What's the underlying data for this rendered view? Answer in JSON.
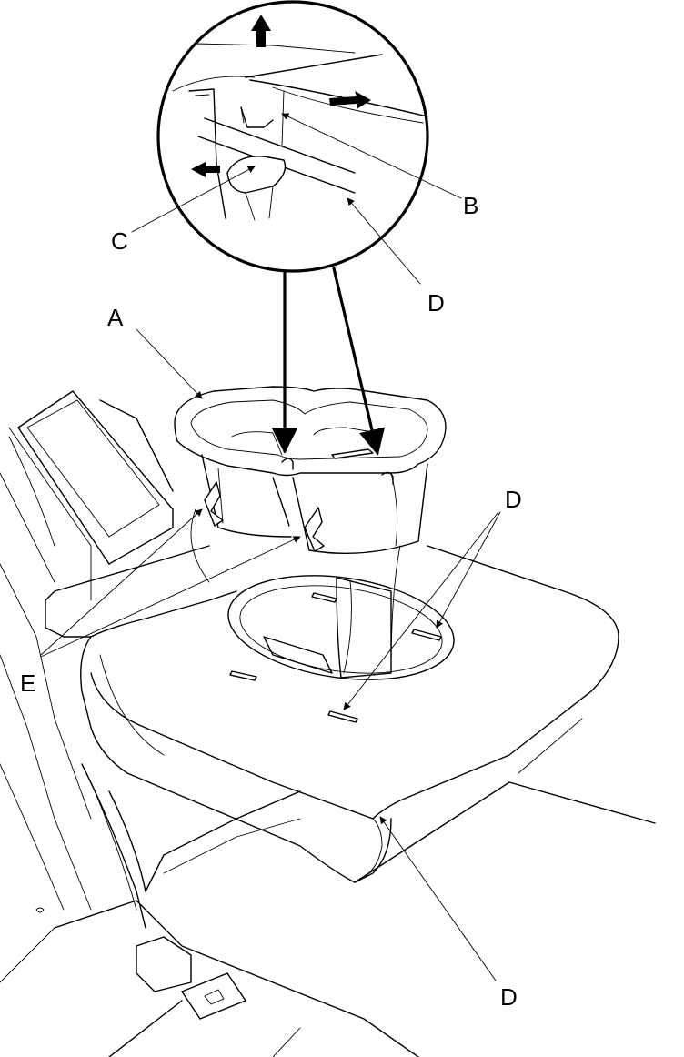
{
  "callouts": {
    "a": "A",
    "b": "B",
    "c": "C",
    "d_detail": "D",
    "d_tray": "D",
    "d_bottom": "D",
    "e": "E"
  }
}
